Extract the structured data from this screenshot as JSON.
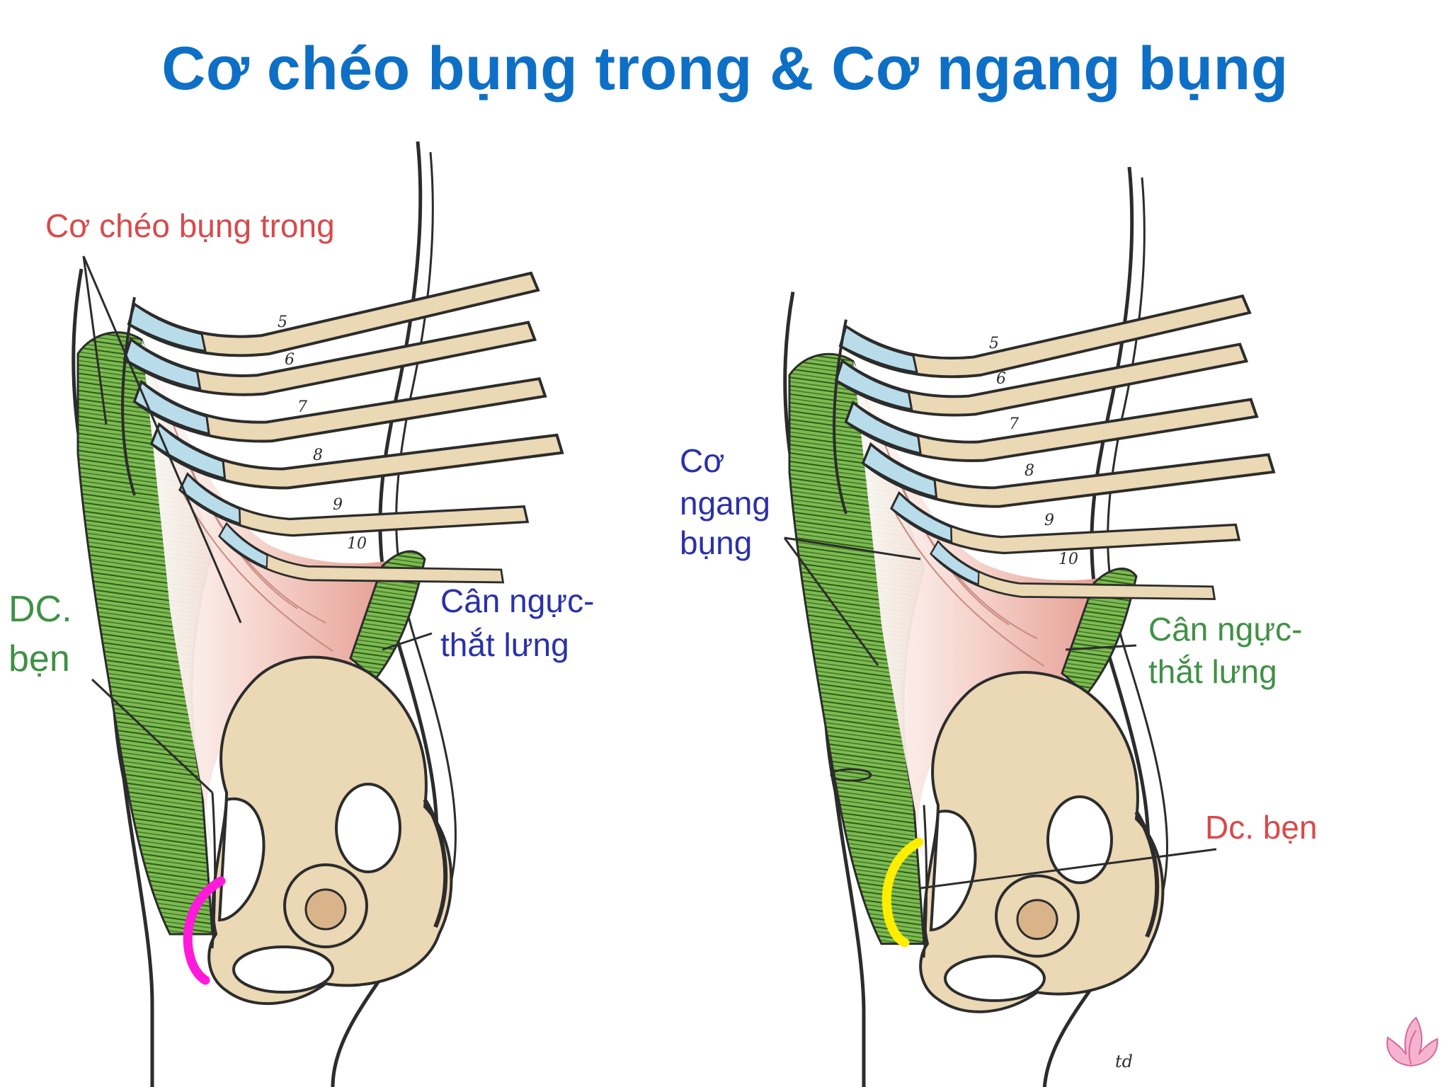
{
  "title": "Cơ chéo bụng trong & Cơ ngang bụng",
  "colors": {
    "title": "#0e6fc6",
    "muscle": "#7dbb52",
    "muscle_line": "#2e5a18",
    "bone": "#ebd8b4",
    "cartilage": "#b8dcea",
    "aponeurosis": "#e7aaa0",
    "outline": "#2c2c2c",
    "highlight_left": "#ff1ad9",
    "highlight_right": "#ffee00"
  },
  "left_figure": {
    "label_muscle": "Cơ chéo bụng trong",
    "label_ligament_line1": "DC.",
    "label_ligament_line2": "bẹn",
    "label_fascia_line1": "Cân ngực-",
    "label_fascia_line2": "thắt lưng",
    "rib_numbers": [
      "5",
      "6",
      "7",
      "8",
      "9",
      "10"
    ]
  },
  "right_figure": {
    "label_muscle_line1": "Cơ",
    "label_muscle_line2": "ngang",
    "label_muscle_line3": "bụng",
    "label_fascia_line1": "Cân ngực-",
    "label_fascia_line2": "thắt lưng",
    "label_ligament": "Dc. bẹn",
    "rib_numbers": [
      "5",
      "6",
      "7",
      "8",
      "9",
      "10"
    ],
    "signature": "td"
  },
  "logo_icon": "lotus-logo-icon"
}
